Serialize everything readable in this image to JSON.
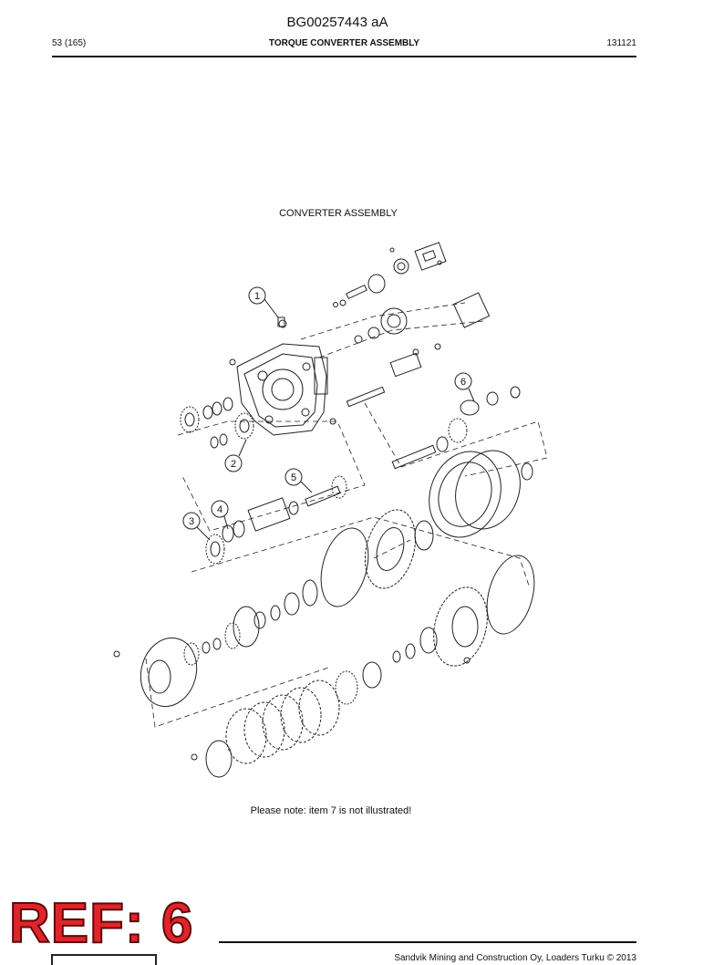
{
  "document": {
    "doc_id": "BG00257443 aA",
    "page_label": "53 (165)",
    "section_title": "TORQUE CONVERTER ASSEMBLY",
    "revision_code": "131121"
  },
  "figure": {
    "title": "CONVERTER ASSEMBLY",
    "callouts": [
      "1",
      "2",
      "3",
      "4",
      "5",
      "6"
    ],
    "note": "Please note: item 7 is not illustrated!"
  },
  "stamp": {
    "text": "REF: 6",
    "color": "#e1242a"
  },
  "footer": {
    "text": "Sandvik Mining and Construction Oy, Loaders Turku © 2013"
  }
}
